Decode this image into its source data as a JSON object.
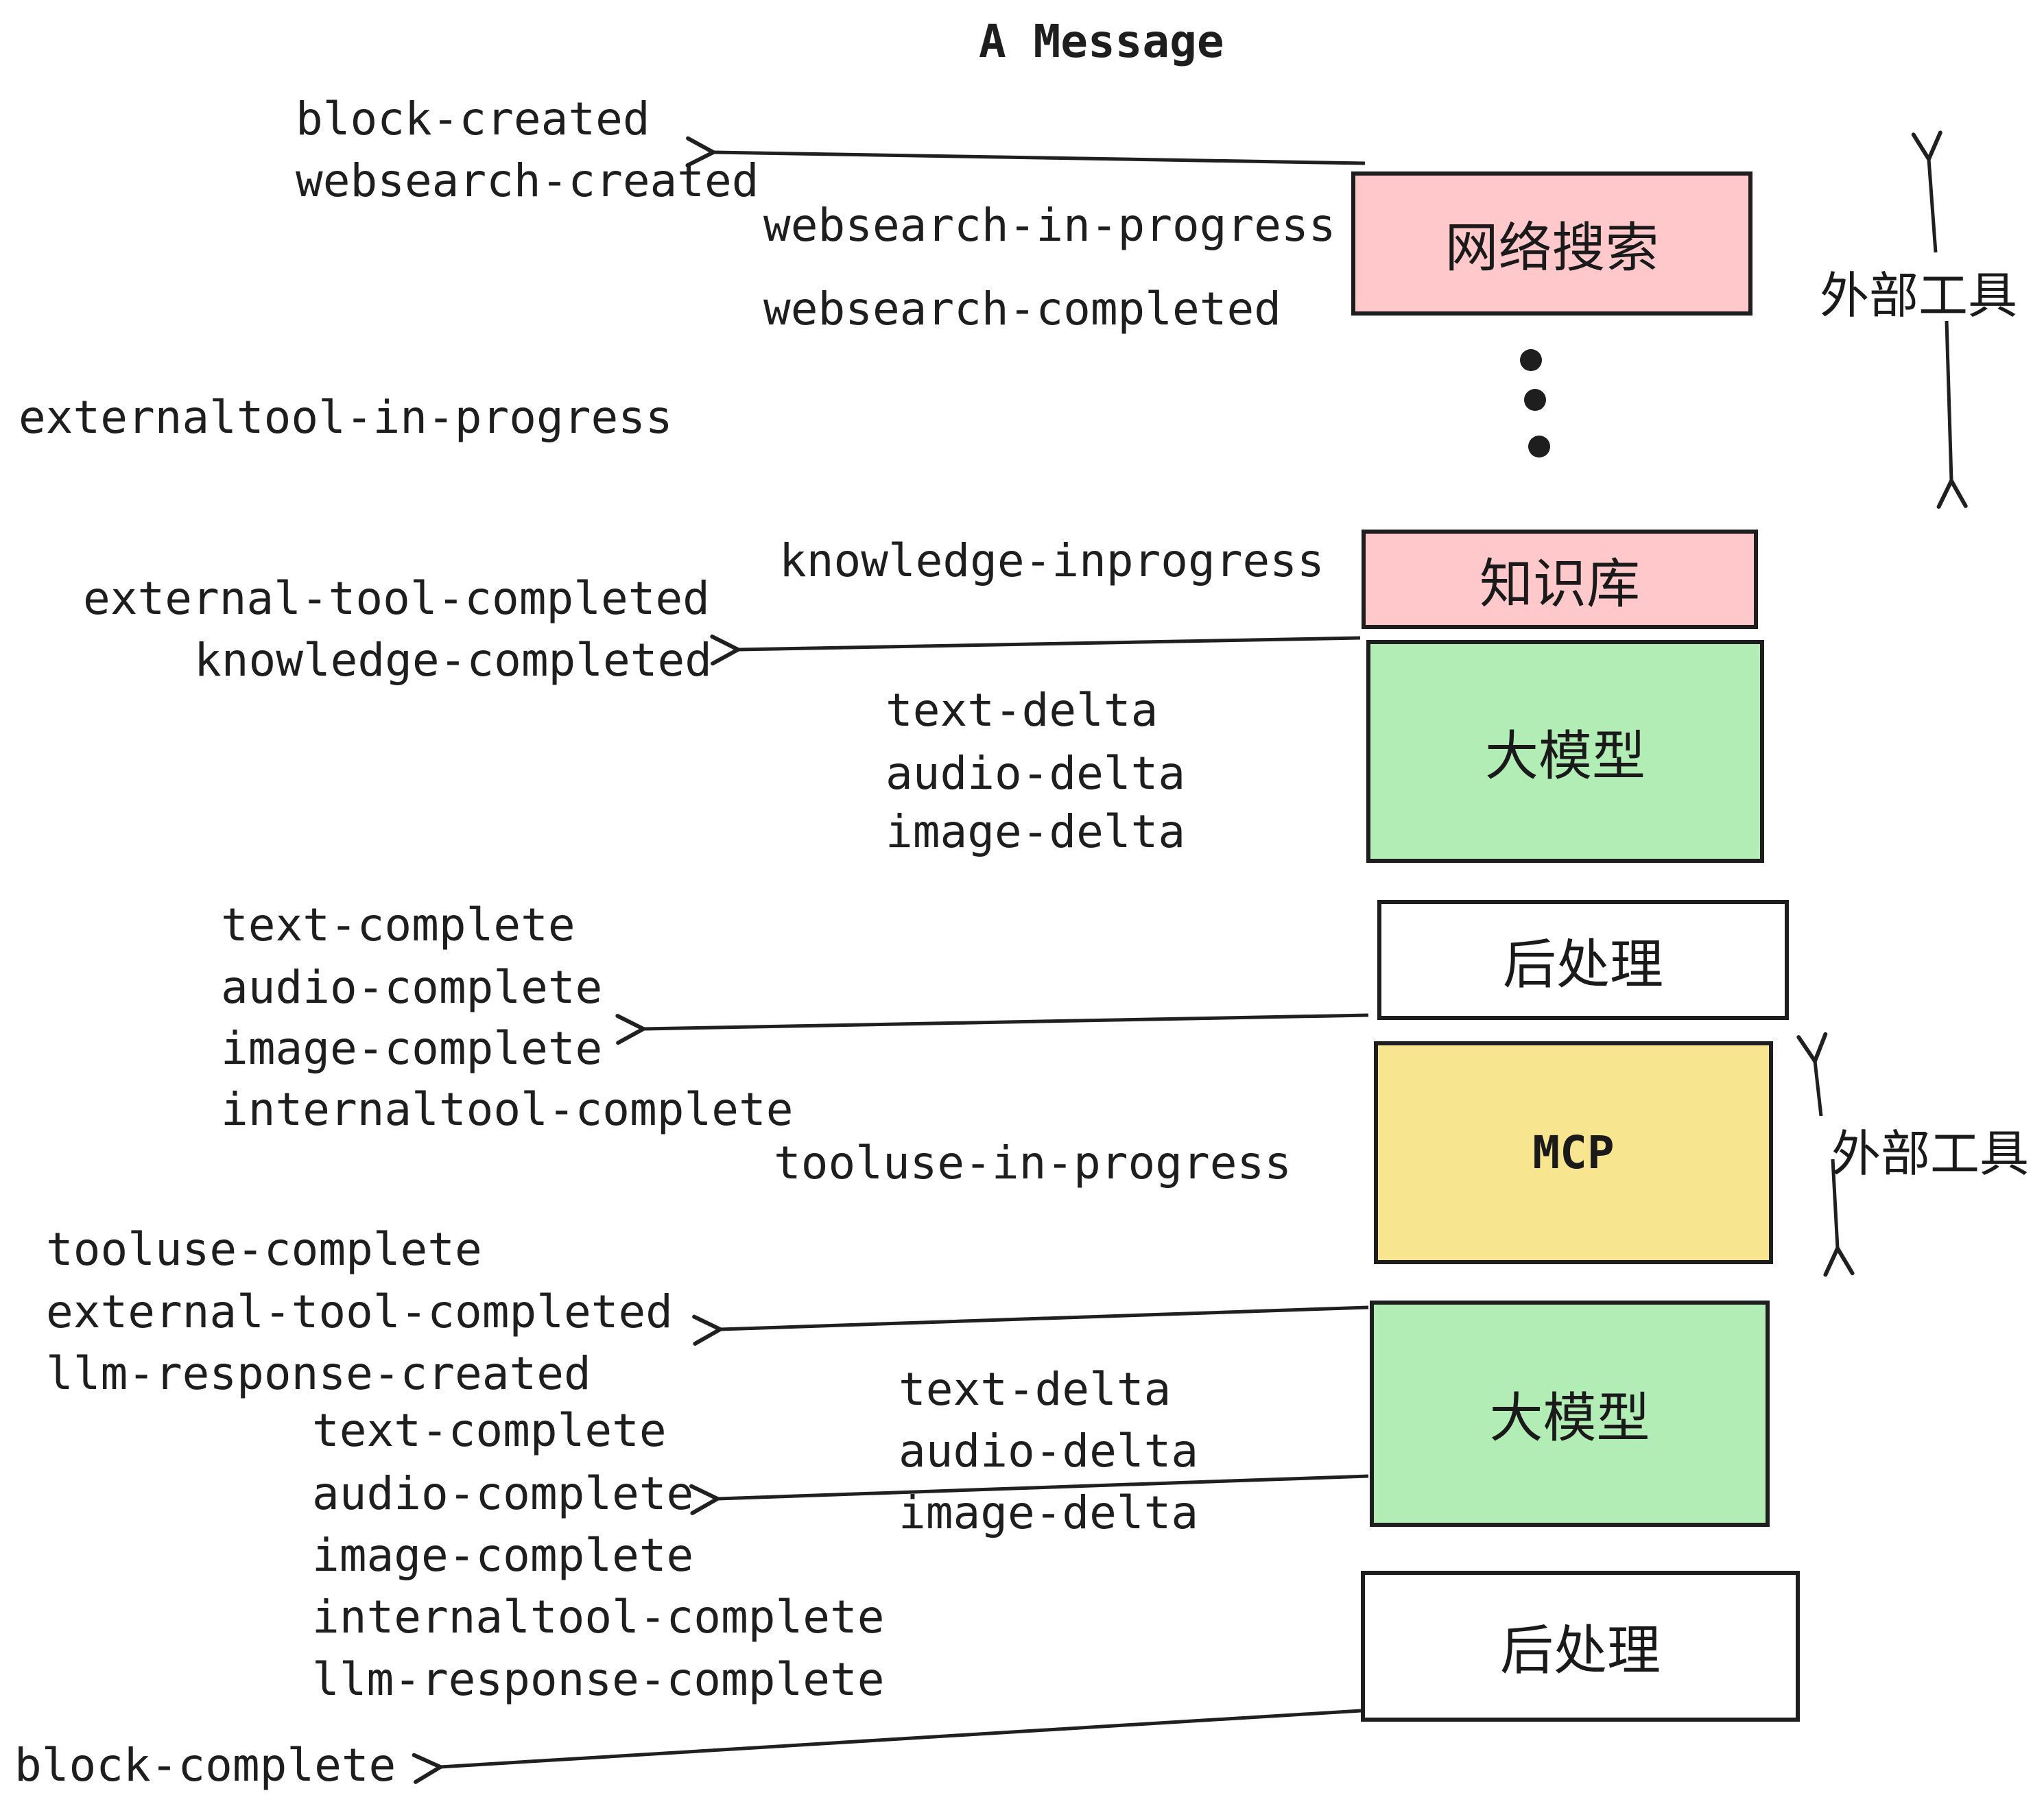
{
  "title": "A Message",
  "colors": {
    "pink": "#ffc9cc",
    "green": "#b2edb5",
    "yellow": "#f8e58f",
    "white": "#ffffff",
    "ink": "#202020"
  },
  "boxes": {
    "websearch": "网络搜索",
    "knowledge": "知识库",
    "llm1": "大模型",
    "post1": "后处理",
    "mcp": "MCP",
    "llm2": "大模型",
    "post2": "后处理"
  },
  "side_labels": {
    "external_tool_top": "外部工具",
    "external_tool_mid": "外部工具"
  },
  "events": {
    "block_created": "block-created",
    "websearch_created": "websearch-created",
    "websearch_in_progress": "websearch-in-progress",
    "websearch_completed": "websearch-completed",
    "externaltool_in_progress": "externaltool-in-progress",
    "knowledge_inprogress": "knowledge-inprogress",
    "external_tool_completed_1": "external-tool-completed",
    "knowledge_completed": "knowledge-completed",
    "text_delta_1": "text-delta",
    "audio_delta_1": "audio-delta",
    "image_delta_1": "image-delta",
    "text_complete_1": "text-complete",
    "audio_complete_1": "audio-complete",
    "image_complete_1": "image-complete",
    "internaltool_complete_1": "internaltool-complete",
    "tooluse_in_progress": "tooluse-in-progress",
    "tooluse_complete": "tooluse-complete",
    "external_tool_completed_2": "external-tool-completed",
    "llm_response_created": "llm-response-created",
    "text_delta_2": "text-delta",
    "audio_delta_2": "audio-delta",
    "image_delta_2": "image-delta",
    "text_complete_2": "text-complete",
    "audio_complete_2": "audio-complete",
    "image_complete_2": "image-complete",
    "internaltool_complete_2": "internaltool-complete",
    "llm_response_complete": "llm-response-complete",
    "block_complete": "block-complete"
  }
}
